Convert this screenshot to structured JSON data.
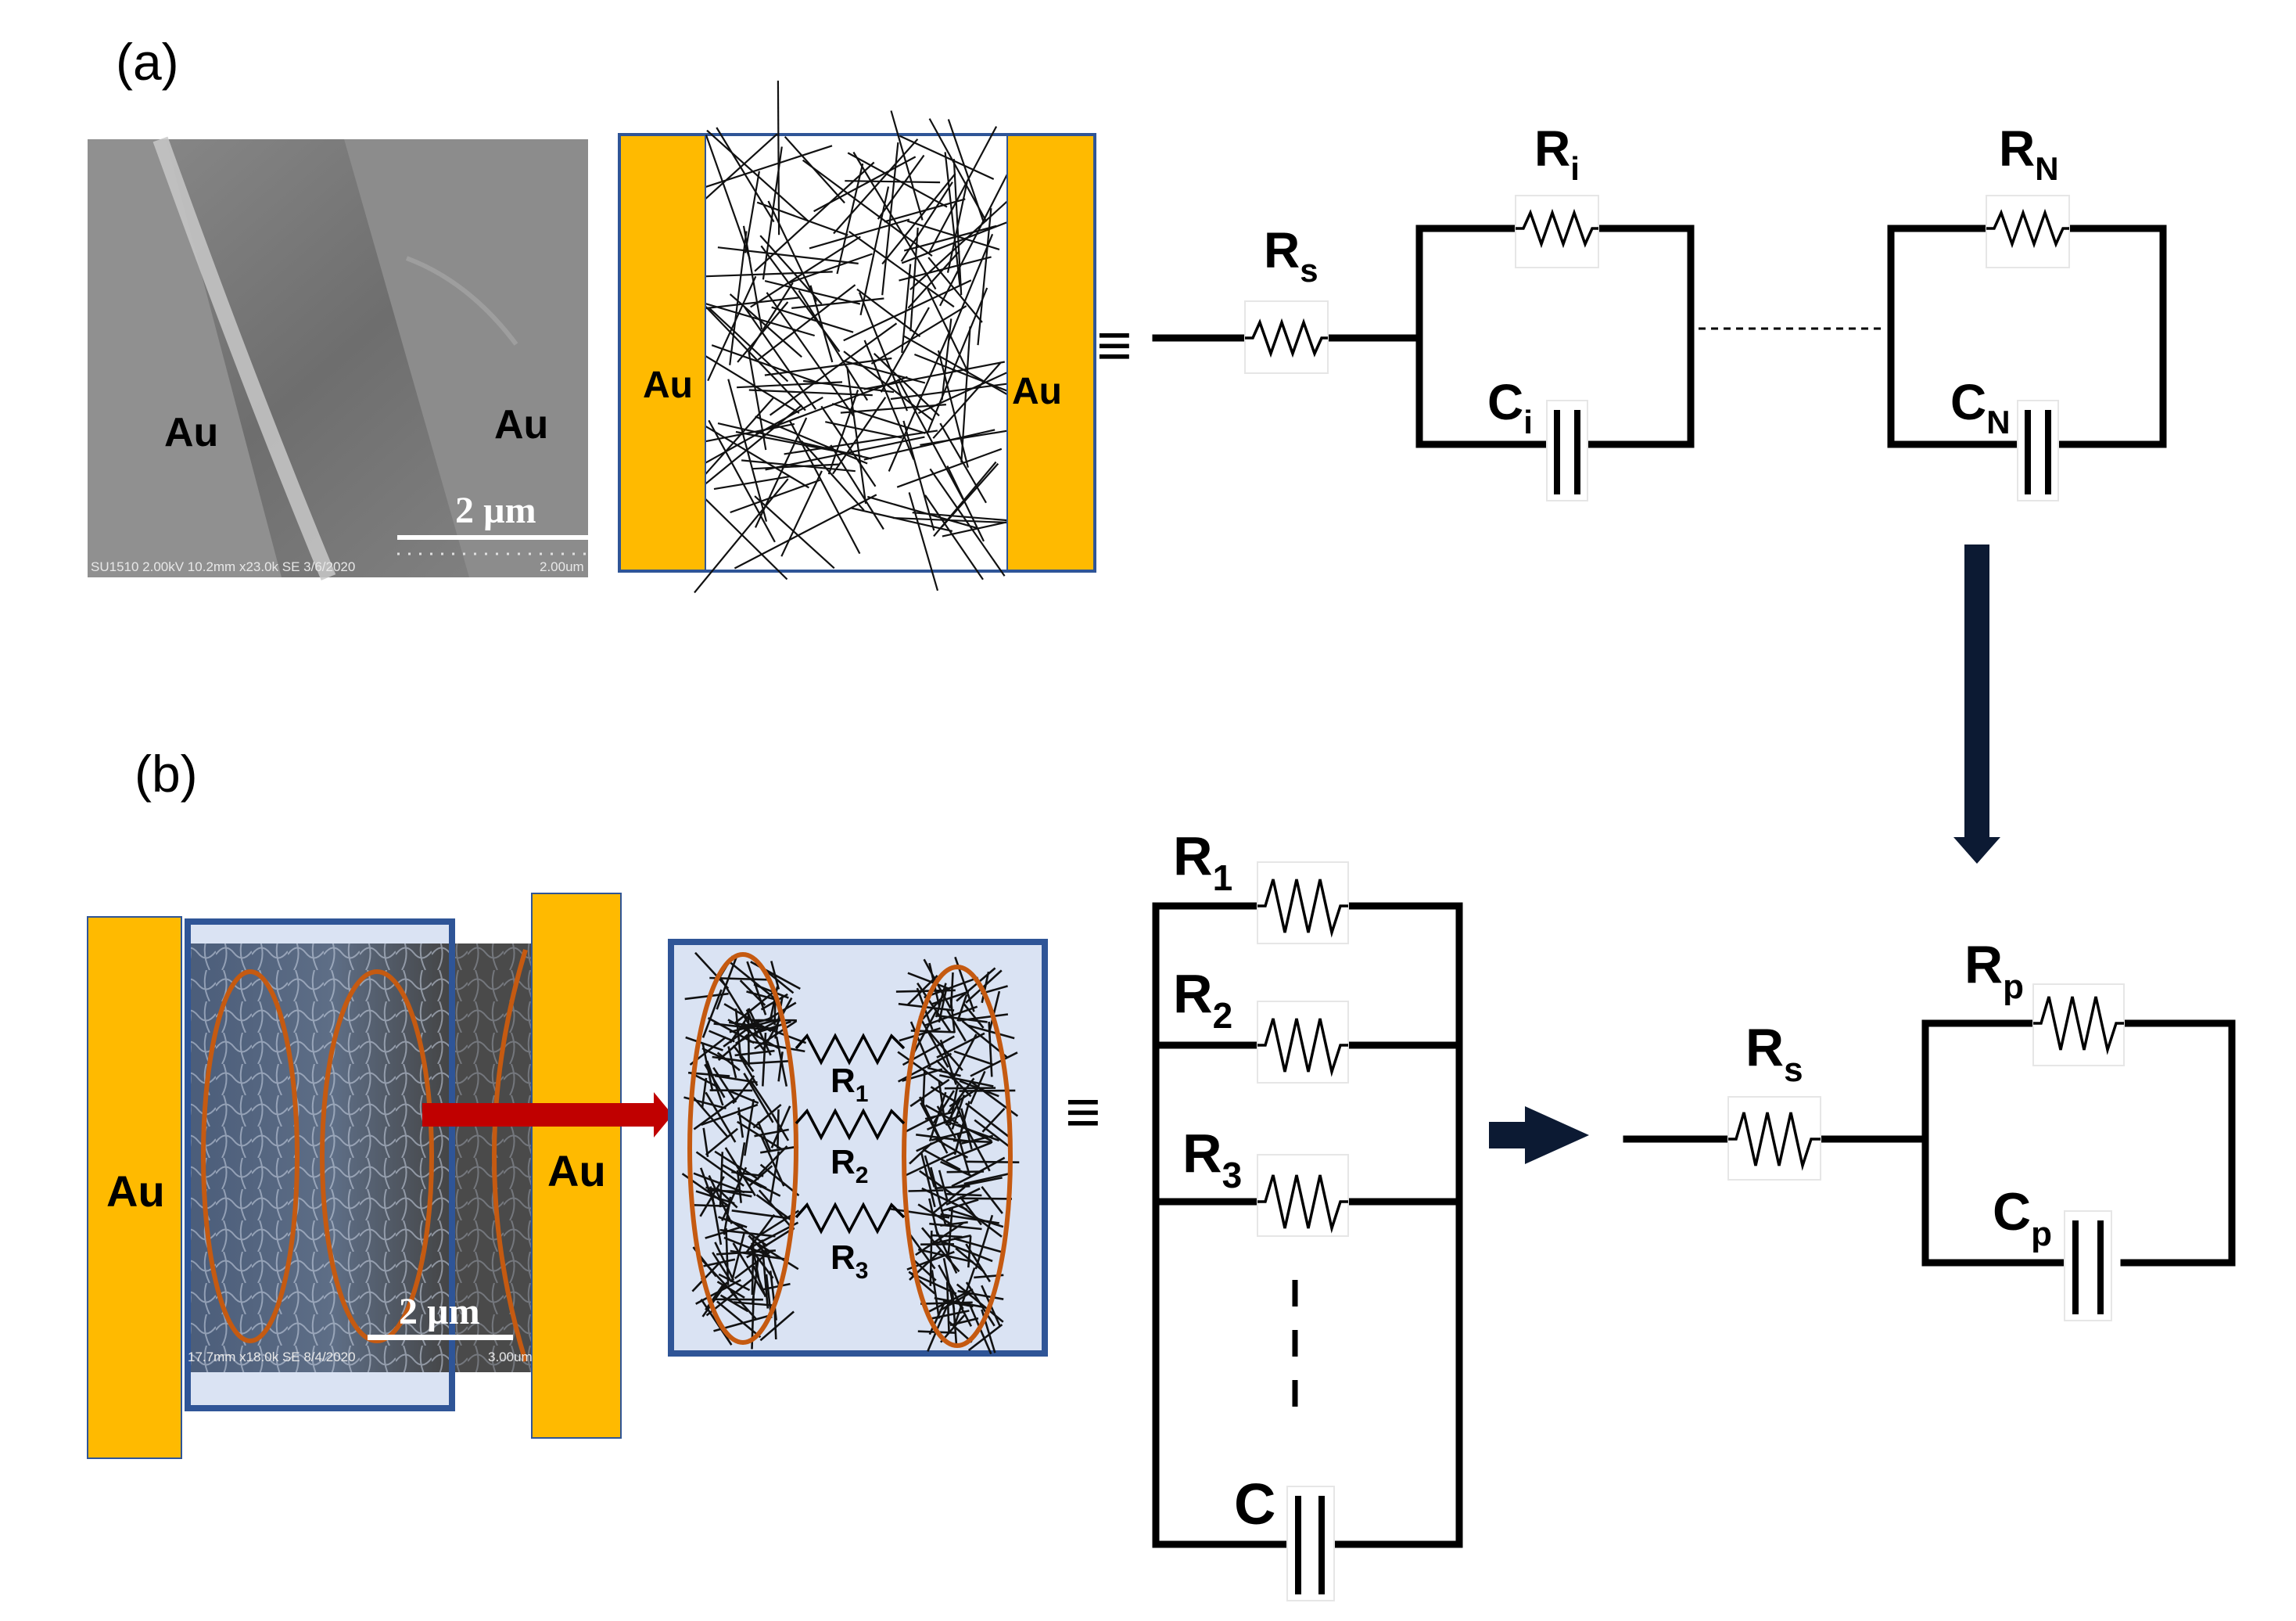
{
  "panel_a": {
    "label": "(a)",
    "sem": {
      "left": "Au",
      "right": "Au",
      "scale": "2 µm",
      "footer": "SU1510 2.00kV 10.2mm x23.0k SE  3/6/2020",
      "footer_scale": "2.00um"
    },
    "schematic": {
      "left": "Au",
      "right": "Au"
    },
    "equiv": "≡",
    "circuit": {
      "rs": "R",
      "rs_sub": "s",
      "ri": "R",
      "ri_sub": "i",
      "ci": "C",
      "ci_sub": "i",
      "rn": "R",
      "rn_sub": "N",
      "cn": "C",
      "cn_sub": "N"
    }
  },
  "panel_b": {
    "label": "(b)",
    "device": {
      "left": "Au",
      "right": "Au",
      "scale": "2 µm",
      "footer": "17.7mm x18.0k SE  8/4/2020",
      "footer_scale": "3.00um"
    },
    "cluster": {
      "r1": "R",
      "r1_sub": "1",
      "r2": "R",
      "r2_sub": "2",
      "r3": "R",
      "r3_sub": "3"
    },
    "equiv": "≡",
    "ladder": {
      "r1": "R",
      "r1_sub": "1",
      "r2": "R",
      "r2_sub": "2",
      "r3": "R",
      "r3_sub": "3",
      "c": "C"
    },
    "result": {
      "rs": "R",
      "rs_sub": "s",
      "rp": "R",
      "rp_sub": "p",
      "cp": "C",
      "cp_sub": "p"
    }
  },
  "colors": {
    "gold": "#FFBA00",
    "frame_blue": "#2F5597",
    "light_blue": "#DAE3F3",
    "ellipse": "#C55A11",
    "arrow_red": "#C00000",
    "arrow_navy": "#0C1A33"
  }
}
